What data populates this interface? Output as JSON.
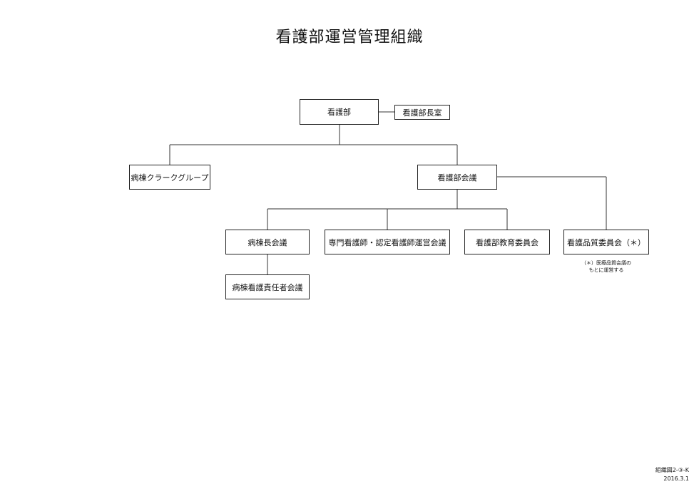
{
  "title": "看護部運営管理組織",
  "nodes": {
    "nursing_dept": "看護部",
    "director_office": "看護部長室",
    "ward_clerk_group": "病棟クラークグループ",
    "nursing_council": "看護部会議",
    "ward_head_meeting": "病棟長会議",
    "specialist_nurse_meeting": "専門看護師・認定看護師運営会議",
    "education_committee": "看護部教育委員会",
    "quality_committee": "看護品質委員会（＊）",
    "ward_charge_nurse_meeting": "病棟看護責任者会議"
  },
  "note": {
    "line1": "（＊）医療品質会議の",
    "line2": "もとに運営する"
  },
  "footer": {
    "code": "組織図2-③-K",
    "date": "2016.3.1"
  }
}
